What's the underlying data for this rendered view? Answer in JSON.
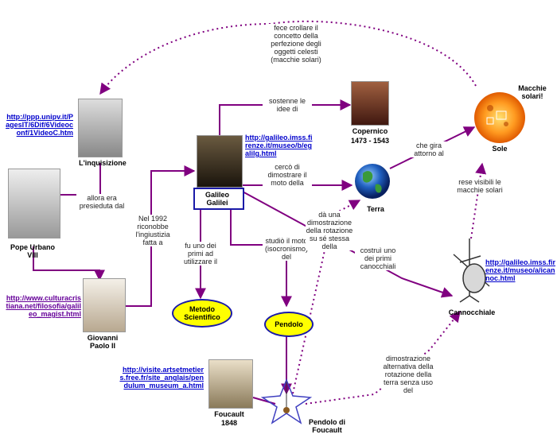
{
  "nodes": {
    "inquisizione": "L'inquisizione",
    "papa_urbano": "Pope Urbano VIII",
    "giovanni_paolo": "Giovanni Paolo II",
    "galileo": "Galileo Galilei",
    "copernico": "Copernico",
    "copernico_anni": "1473 - 1543",
    "terra": "Terra",
    "sole": "Sole",
    "macchie": "Macchie solari!",
    "cannocchiale": "Cannocchiale",
    "metodo": "Metodo Scientifico",
    "pendolo": "Pendolo",
    "foucault": "Foucault",
    "foucault_anno": "1848",
    "pendolo_foucault": "Pendolo di Foucault"
  },
  "edge_labels": {
    "crollare": "fece crollare il concetto della perfezione degli oggetti celesti (macchie solari)",
    "sostenne": "sostenne le idee di",
    "cerco": "cercò di dimostrare il moto della",
    "gira": "che gira attorno al",
    "rese_visibili": "rese visibili le macchie solari",
    "presieduta": "allora era presieduta dal",
    "nel1992": "Nel 1992 riconobbe l'ingiustizia fatta a",
    "fu_uno": "fu uno dei primi ad utilizzare il",
    "studio": "studiò il moto (isocronismo) del",
    "da_una": "dà una dimostrazione della rotazione su sé stessa della",
    "costrui": "costruì uno dei primi canocchiali",
    "dimostrazione": "dimostrazione alternativa della rotazione della terra senza uso del"
  },
  "links": {
    "unipv": "http://ppp.unipv.it/PagesIT/6Dif/6Videoconf/1VideoC.htm",
    "imss_galileo": "http://galileo.imss.firenze.it/museo/b/egalilg.html",
    "cultura": "http://www.culturacristiana.net/filosofia/galileo_magist.html",
    "imss_cannoc": "http://galileo.imss.firenze.it/museo/a/icannoc.html",
    "pendulum": "http://visite.artsetmetiers.free.fr/site_anglais/pendulum_museum_a.html"
  },
  "colors": {
    "solid_edge": "#800080",
    "dotted_edge": "#800080",
    "oval_fill": "#ffff00",
    "oval_border": "#1a1aa8",
    "link": "#0000cc",
    "visited_link": "#660099"
  }
}
